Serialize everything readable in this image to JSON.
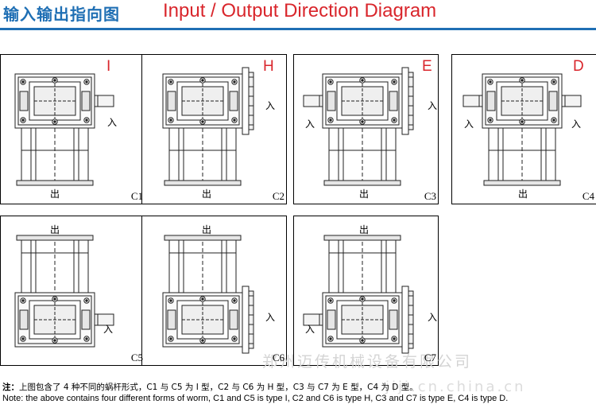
{
  "header": {
    "title_cn": "输入输出指向图",
    "title_en": "Input / Output Direction Diagram",
    "accent_blue": "#1f6fb4",
    "accent_red": "#d9262c"
  },
  "labels": {
    "input": "入",
    "output": "出"
  },
  "panels": [
    {
      "code": "C1",
      "type": "I"
    },
    {
      "code": "C2",
      "type": "H"
    },
    {
      "code": "C3",
      "type": "E"
    },
    {
      "code": "C4",
      "type": "D"
    },
    {
      "code": "C5",
      "type": ""
    },
    {
      "code": "C6",
      "type": ""
    },
    {
      "code": "C7",
      "type": ""
    }
  ],
  "watermark": "郑州迈传机械设备有限公司",
  "watermark_url": "jiji.cn.china.cn",
  "note": {
    "prefix_cn": "注：",
    "text_cn": "上图包含了 4 种不同的蜗杆形式，C1 与 C5 为 I 型，C2 与 C6 为 H 型，C3 与 C7 为 E 型，C4 为 D 型。",
    "text_en": "Note: the above contains four different forms of worm, C1 and C5 is type I, C2 and C6 is type H, C3 and C7 is type E, C4 is type D."
  }
}
